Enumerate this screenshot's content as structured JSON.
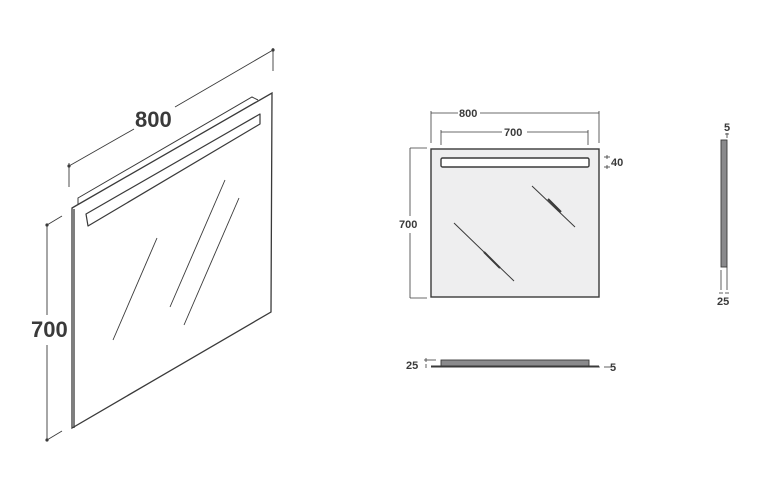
{
  "iso_view": {
    "width_label": "800",
    "height_label": "700"
  },
  "front_view": {
    "width_label": "800",
    "light_width_label": "700",
    "height_label": "700",
    "light_height_label": "40"
  },
  "side_view": {
    "top_label": "5",
    "bottom_label": "25"
  },
  "bottom_view": {
    "left_label": "25",
    "right_label": "5"
  },
  "colors": {
    "line": "#3a3a3a",
    "panel_fill": "#eeeeef",
    "edge_fill": "#8a8a8c"
  }
}
